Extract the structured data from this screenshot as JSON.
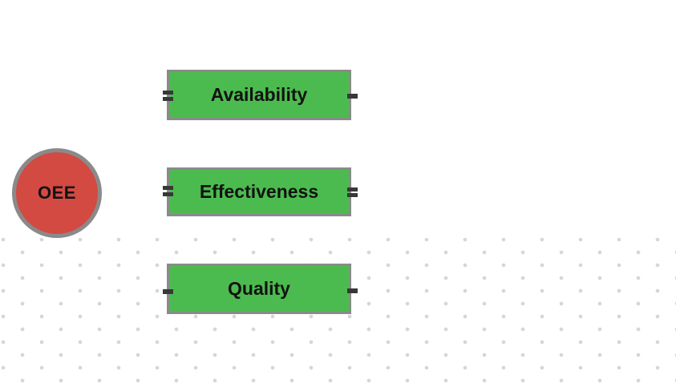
{
  "diagram": {
    "hub": {
      "label": "OEE"
    },
    "factors": [
      {
        "label": "Availability"
      },
      {
        "label": "Effectiveness"
      },
      {
        "label": "Quality"
      }
    ],
    "colors": {
      "hub_fill": "#d24a42",
      "box_fill": "#4cbb4f",
      "shape_border": "#8a8a8a",
      "connector_stub": "#383838",
      "dot_grid": "#d6d6d6",
      "label_text": "#121212",
      "background": "#ffffff"
    }
  }
}
